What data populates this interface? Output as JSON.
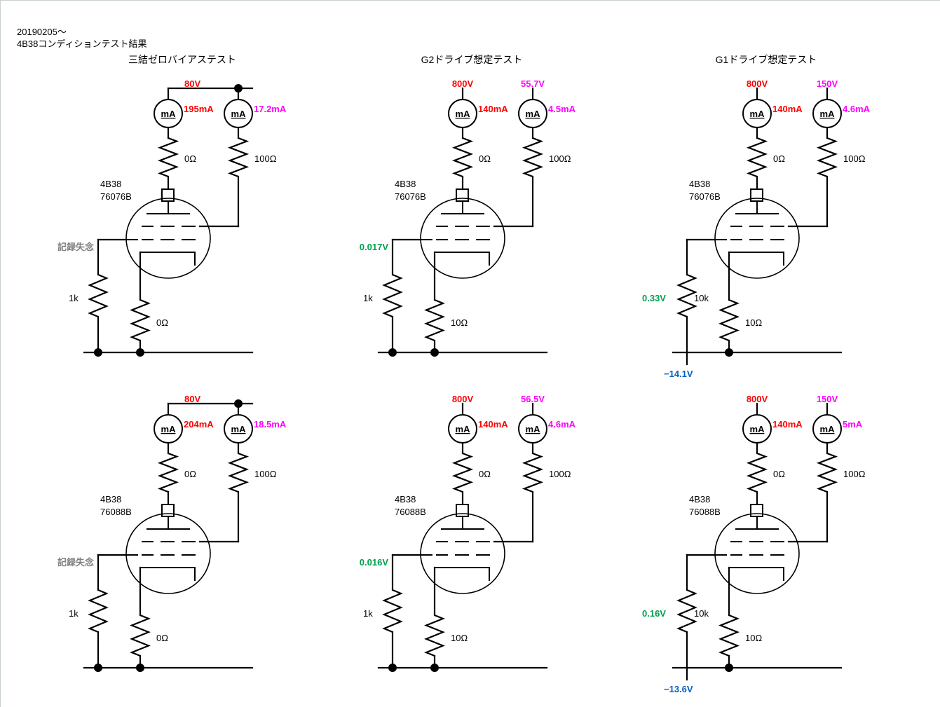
{
  "header": {
    "date": "20190205～",
    "subtitle": "4B38コンディションテスト結果"
  },
  "columns": [
    {
      "title": "三結ゼロバイアステスト"
    },
    {
      "title": "G2ドライブ想定テスト"
    },
    {
      "title": "G1ドライブ想定テスト"
    }
  ],
  "colors": {
    "plate": "#ff0000",
    "screen": "#ff00ff",
    "grid_voltage": "#00a050",
    "bias_supply": "#0060c0",
    "note": "#808080",
    "wire": "#000000"
  },
  "meter_label": "mA",
  "circuits": [
    {
      "id": "r1c1",
      "tube": "4B38",
      "serial": "76076B",
      "mode": "triode",
      "plate_voltage": "80V",
      "screen_voltage": null,
      "plate_current": "195mA",
      "screen_current": "17.2mA",
      "plate_resistor": "0Ω",
      "screen_resistor": "100Ω",
      "grid_resistor": "1k",
      "cathode_resistor": "0Ω",
      "grid_voltage": "記録失念",
      "grid_voltage_is_note": true,
      "bias_supply": null
    },
    {
      "id": "r1c2",
      "tube": "4B38",
      "serial": "76076B",
      "mode": "g2drive",
      "plate_voltage": "800V",
      "screen_voltage": "55.7V",
      "plate_current": "140mA",
      "screen_current": "4.5mA",
      "plate_resistor": "0Ω",
      "screen_resistor": "100Ω",
      "grid_resistor": "1k",
      "cathode_resistor": "10Ω",
      "grid_voltage": "0.017V",
      "grid_voltage_is_note": false,
      "bias_supply": null
    },
    {
      "id": "r1c3",
      "tube": "4B38",
      "serial": "76076B",
      "mode": "g1drive",
      "plate_voltage": "800V",
      "screen_voltage": "150V",
      "plate_current": "140mA",
      "screen_current": "4.6mA",
      "plate_resistor": "0Ω",
      "screen_resistor": "100Ω",
      "grid_resistor": "10k",
      "cathode_resistor": "10Ω",
      "grid_voltage": "0.33V",
      "grid_voltage_is_note": false,
      "bias_supply": "−14.1V"
    },
    {
      "id": "r2c1",
      "tube": "4B38",
      "serial": "76088B",
      "mode": "triode",
      "plate_voltage": "80V",
      "screen_voltage": null,
      "plate_current": "204mA",
      "screen_current": "18.5mA",
      "plate_resistor": "0Ω",
      "screen_resistor": "100Ω",
      "grid_resistor": "1k",
      "cathode_resistor": "0Ω",
      "grid_voltage": "記録失念",
      "grid_voltage_is_note": true,
      "bias_supply": null
    },
    {
      "id": "r2c2",
      "tube": "4B38",
      "serial": "76088B",
      "mode": "g2drive",
      "plate_voltage": "800V",
      "screen_voltage": "56.5V",
      "plate_current": "140mA",
      "screen_current": "4.6mA",
      "plate_resistor": "0Ω",
      "screen_resistor": "100Ω",
      "grid_resistor": "1k",
      "cathode_resistor": "10Ω",
      "grid_voltage": "0.016V",
      "grid_voltage_is_note": false,
      "bias_supply": null
    },
    {
      "id": "r2c3",
      "tube": "4B38",
      "serial": "76088B",
      "mode": "g1drive",
      "plate_voltage": "800V",
      "screen_voltage": "150V",
      "plate_current": "140mA",
      "screen_current": "5mA",
      "plate_resistor": "0Ω",
      "screen_resistor": "100Ω",
      "grid_resistor": "10k",
      "cathode_resistor": "10Ω",
      "grid_voltage": "0.16V",
      "grid_voltage_is_note": false,
      "bias_supply": "−13.6V"
    }
  ]
}
